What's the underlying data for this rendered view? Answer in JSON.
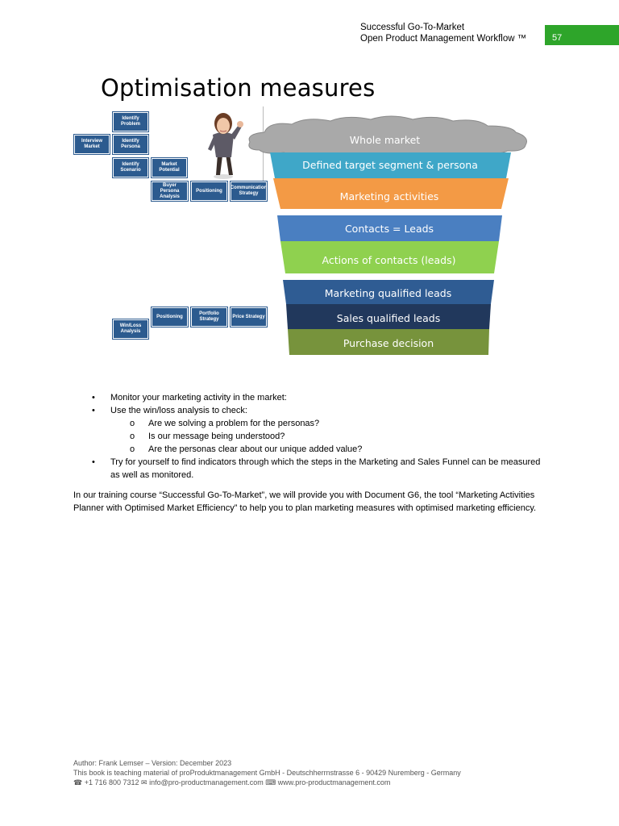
{
  "header": {
    "line1": "Successful Go-To-Market",
    "line2": "Open Product Management Workflow ™",
    "page_number": "57"
  },
  "title": "Optimisation measures",
  "workflow_blocks": {
    "identify_problem": "Identify Problem",
    "interview_market": "Interview Market",
    "identify_persona": "Identify Persona",
    "identify_scenario": "Identify Scenario",
    "market_potential": "Market Potential",
    "buyer_persona_analysis": "Buyer Persona Analysis",
    "positioning_top": "Positioning",
    "communication_strategy": "Communication Strategy",
    "positioning_bottom": "Positioning",
    "portfolio_strategy": "Portfolio Strategy",
    "price_strategy": "Price Strategy",
    "win_loss_analysis": "Win/Loss Analysis"
  },
  "funnel": {
    "levels": [
      {
        "label": "Whole market",
        "color": "#a9a9a9"
      },
      {
        "label": "Defined target segment & persona",
        "color": "#3fa7c8"
      },
      {
        "label": "Marketing activities",
        "color": "#f39a45"
      },
      {
        "label": "Contacts = Leads",
        "color": "#4a7fc1"
      },
      {
        "label": "Actions of contacts (leads)",
        "color": "#8fd14f"
      },
      {
        "label": "Marketing qualified leads",
        "color": "#2f5c93"
      },
      {
        "label": "Sales qualified leads",
        "color": "#21385c"
      },
      {
        "label": "Purchase decision",
        "color": "#77933c"
      }
    ]
  },
  "bullets": {
    "item1": "Monitor your marketing activity in the market:",
    "item2": "Use the win/loss analysis to check:",
    "sub1": "Are we solving a problem for the personas?",
    "sub2": "Is our message being understood?",
    "sub3": "Are the personas clear about our unique added value?",
    "item3": "Try for yourself to find indicators through which the steps in the Marketing and Sales Funnel can be measured as well as monitored.",
    "bullet_char": "•",
    "sub_bullet_char": "o"
  },
  "paragraph": "In our training course “Successful Go-To-Market”, we will provide you with Document G6, the tool “Marketing Activities Planner with Optimised Market Efficiency” to help you to plan marketing measures with optimised marketing efficiency.",
  "footer": {
    "line1": "Author: Frank Lemser – Version: December 2023",
    "line2": "This book is teaching material of  proProduktmanagement  GmbH - Deutschherrnstrasse 6 - 90429 Nuremberg - Germany",
    "line3": "☎ +1 716 800 7312 ✉ info@pro-productmanagement.com ⌨ www.pro-productmanagement.com"
  }
}
